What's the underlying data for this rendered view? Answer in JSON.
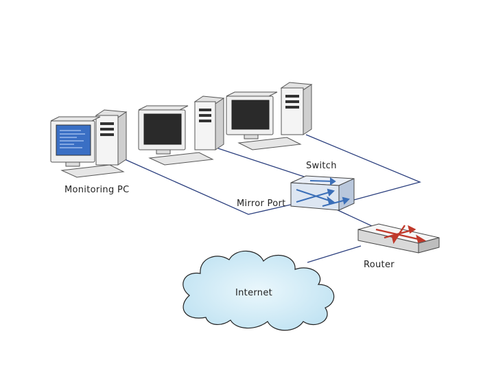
{
  "diagram": {
    "labels": {
      "monitoring_pc": "Monitoring PC",
      "switch": "Switch",
      "mirror_port": "Mirror Port",
      "router": "Router",
      "internet": "Internet"
    },
    "colors": {
      "link": "#2b3f7e",
      "screen_dark": "#2a2a2a",
      "screen_monitor": "#3a6fc4",
      "switch_body": "#dde6f2",
      "switch_arrows": "#3b6fb8",
      "router_x": "#c0392b",
      "cloud_fill": "#d3ecf6",
      "case": "#f2f2f2"
    }
  }
}
